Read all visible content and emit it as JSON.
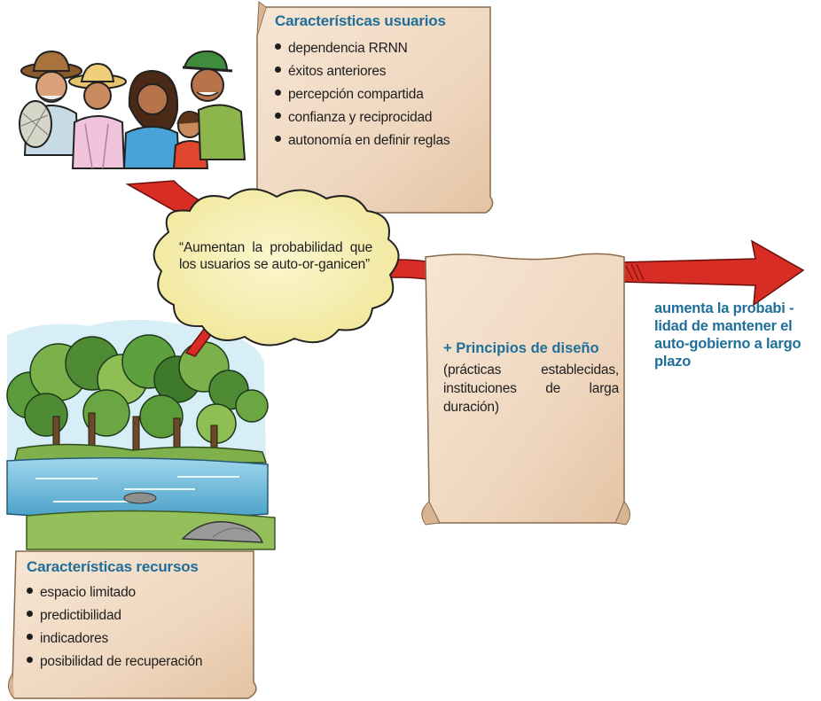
{
  "users_card": {
    "title": "Características usuarios",
    "items": [
      "dependencia RRNN",
      "éxitos anteriores",
      "percepción compartida",
      "confianza y reciprocidad",
      "autonomía en definir reglas"
    ]
  },
  "cloud": {
    "text": "“Aumentan la probabilidad que los usuarios se auto-or-ganicen”"
  },
  "design_paper": {
    "title": "+ Principios de diseño",
    "body": "(prácticas establecidas, instituciones de larga duración)"
  },
  "result": {
    "text": "aumenta la probabi - lidad de mantener el auto-gobierno a largo plazo"
  },
  "resources_card": {
    "title": "Características recursos",
    "items": [
      "espacio limitado",
      "predictibilidad",
      "indicadores",
      "posibilidad de recuperación"
    ]
  },
  "colors": {
    "accent_blue": "#1f6f9a",
    "parchment": "#f1dcc6",
    "arrow_red": "#d82d24",
    "cloud_yellow": "#f7f0b0"
  },
  "icons": [
    "people-illustration",
    "forest-lake-illustration",
    "red-arrow",
    "thought-cloud",
    "parchment-scroll"
  ]
}
